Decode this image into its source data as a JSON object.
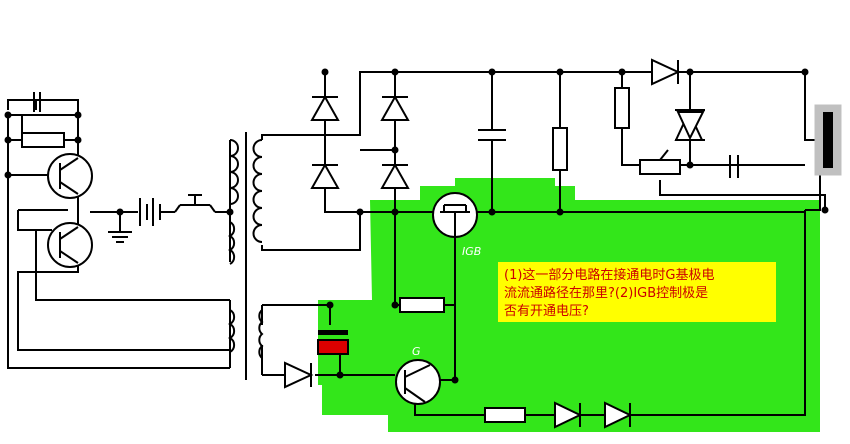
{
  "labels": {
    "igbt": "IGB",
    "transistor": "G"
  },
  "note": {
    "line1": "(1)这一部分电路在接通电时G基极电",
    "line2": "流流通路径在那里?(2)IGB控制极是",
    "line3": "否有开通电压?"
  },
  "colors": {
    "highlight": "#33e61a",
    "note_bg": "#ffff00",
    "note_text": "#cc0000",
    "wire": "#000000",
    "red_component": "#dd0000"
  }
}
